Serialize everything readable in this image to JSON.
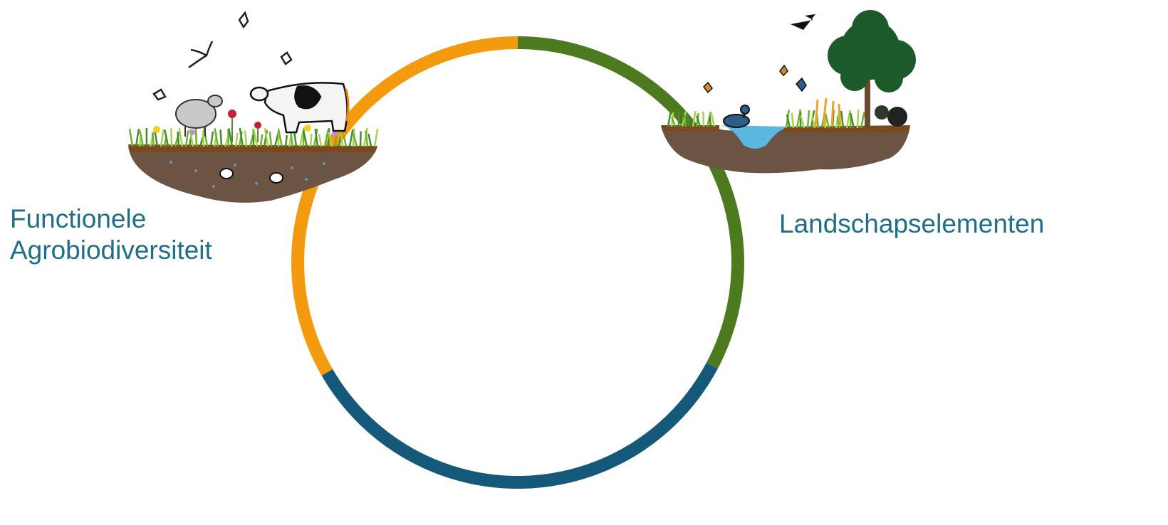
{
  "labels": {
    "left_line1": "Functionele",
    "left_line2": "Agrobiodiversiteit",
    "right": "Landschapselementen"
  },
  "colors": {
    "orange": "#f39a0e",
    "green": "#4e7a1f",
    "blue": "#14587a",
    "label_text": "#1f6e8a",
    "soil": "#6b5443",
    "grass": "#8cc63f",
    "water": "#5bb7e0",
    "tree": "#1d5a2a"
  },
  "segments": [
    {
      "name": "orange-segment",
      "color": "orange"
    },
    {
      "name": "green-segment",
      "color": "green"
    },
    {
      "name": "blue-segment",
      "color": "blue"
    }
  ],
  "illustrations": [
    {
      "name": "farm-biodiversity-illustration",
      "depicts": "sheep, cow, birds, butterflies, flowers, soil with beetles"
    },
    {
      "name": "landscape-elements-illustration",
      "depicts": "pond with duck, tree, hedge, flowers, birds, butterflies"
    }
  ]
}
